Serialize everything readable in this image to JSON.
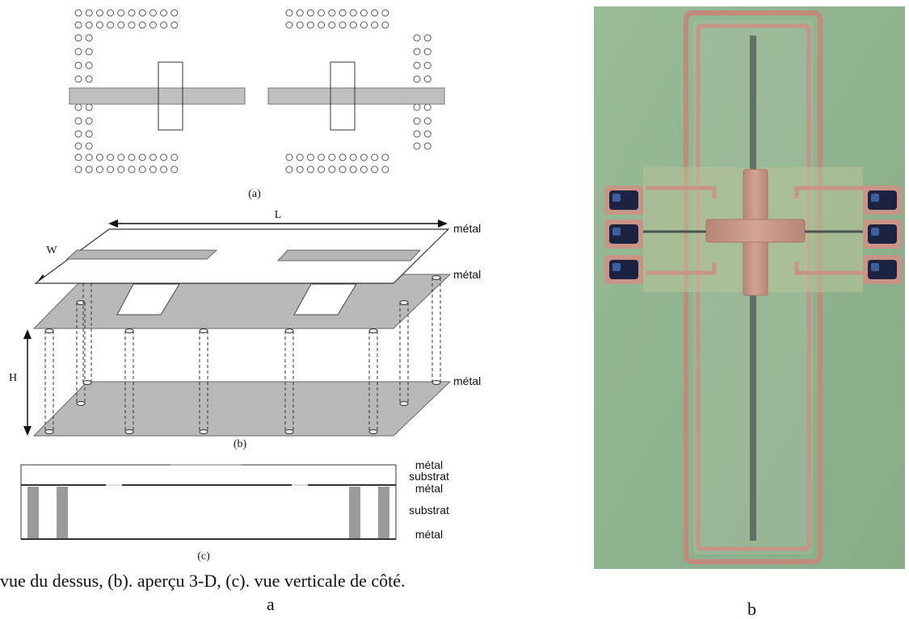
{
  "left_figure": {
    "sub_a_label": "(a)",
    "sub_b_label": "(b)",
    "sub_c_label": "(c)",
    "dim_L": "L",
    "dim_W": "W",
    "dim_H": "H",
    "metal_label": "métal",
    "substrat_label": "substrat",
    "caption": "vue du dessus, (b). aperçu 3-D, (c). vue verticale de côté.",
    "panel_letter": "a"
  },
  "right_figure": {
    "panel_letter": "b"
  },
  "colors": {
    "metal_gray": "#c0c0c0",
    "photo_background": "#8fb38e",
    "copper": "#c79486"
  }
}
